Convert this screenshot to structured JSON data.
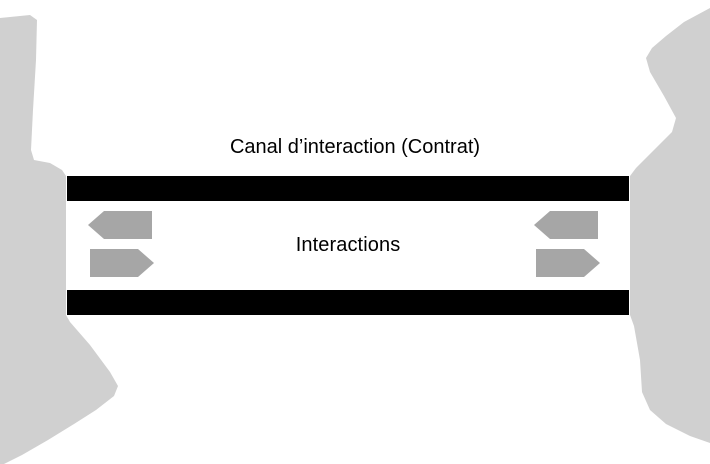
{
  "diagram": {
    "title": "Canal d’interaction (Contrat)",
    "channel_label": "Interactions",
    "colors": {
      "background": "#ffffff",
      "band": "#000000",
      "band_fill": "#ffffff",
      "arrow": "#a6a6a6",
      "silhouette": "#d0d0d0",
      "text": "#000000"
    },
    "arrows": [
      {
        "name": "left-inbound-arrow",
        "direction": "left",
        "side": "left"
      },
      {
        "name": "left-outbound-arrow",
        "direction": "right",
        "side": "left"
      },
      {
        "name": "right-inbound-arrow",
        "direction": "left",
        "side": "right"
      },
      {
        "name": "right-outbound-arrow",
        "direction": "right",
        "side": "right"
      }
    ],
    "actors": [
      {
        "name": "left-actor-silhouette",
        "position": "left-edge"
      },
      {
        "name": "right-actor-silhouette",
        "position": "right-edge"
      }
    ]
  }
}
